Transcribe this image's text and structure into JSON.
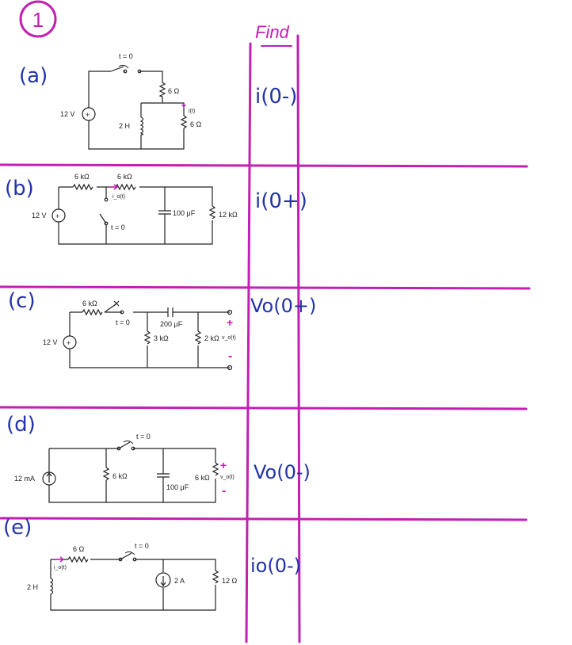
{
  "header": {
    "problem_number": "1",
    "find_label": "Find"
  },
  "colors": {
    "grid_line": "#c21fb3",
    "handwriting": "#2233aa",
    "circuit_ink": "#222222"
  },
  "parts": [
    {
      "label": "(a)",
      "find": "i(0-)",
      "circuit": {
        "switch": "t = 0",
        "source": "12 V",
        "inductor": "2 H",
        "r_series": "6 Ω",
        "r_load": "6 Ω",
        "current": "i(t)"
      }
    },
    {
      "label": "(b)",
      "find": "i(0+)",
      "circuit": {
        "r1": "6 kΩ",
        "r2": "6 kΩ",
        "current": "i_o(t)",
        "switch": "t = 0",
        "source": "12 V",
        "capacitor": "100 μF",
        "r3": "12 kΩ"
      }
    },
    {
      "label": "(c)",
      "find": "Vo(0+)",
      "circuit": {
        "r1": "6 kΩ",
        "switch": "t = 0",
        "capacitor": "200 μF",
        "source": "12 V",
        "r2": "3 kΩ",
        "r3": "2 kΩ",
        "voltage": "v_o(t)",
        "plus": "+",
        "minus": "-"
      }
    },
    {
      "label": "(d)",
      "find": "Vo(0-)",
      "circuit": {
        "switch": "t = 0",
        "source": "12 mA",
        "r1": "6 kΩ",
        "capacitor": "100 μF",
        "r2": "6 kΩ",
        "voltage": "v_o(t)",
        "plus": "+",
        "minus": "-"
      }
    },
    {
      "label": "(e)",
      "find": "io(0-)",
      "circuit": {
        "r1": "6 Ω",
        "switch": "t = 0",
        "current": "i_o(t)",
        "inductor": "2 H",
        "source": "2 A",
        "r2": "12 Ω"
      }
    }
  ]
}
